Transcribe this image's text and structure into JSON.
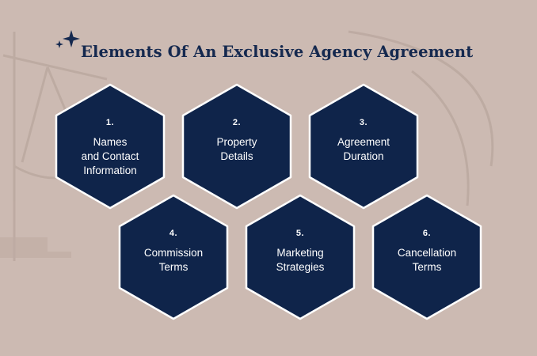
{
  "title": "Elements Of An Exclusive Agency Agreement",
  "colors": {
    "background": "#ccbab2",
    "hexagon_fill": "#0f244a",
    "hexagon_border": "#ffffff",
    "title": "#15294f"
  },
  "icons": {
    "title_decoration": "sparkle-icon"
  },
  "elements": [
    {
      "number": "1.",
      "label": "Names\nand Contact\nInformation"
    },
    {
      "number": "2.",
      "label": "Property\nDetails"
    },
    {
      "number": "3.",
      "label": "Agreement\nDuration"
    },
    {
      "number": "4.",
      "label": "Commission\nTerms"
    },
    {
      "number": "5.",
      "label": "Marketing\nStrategies"
    },
    {
      "number": "6.",
      "label": "Cancellation\nTerms"
    }
  ]
}
